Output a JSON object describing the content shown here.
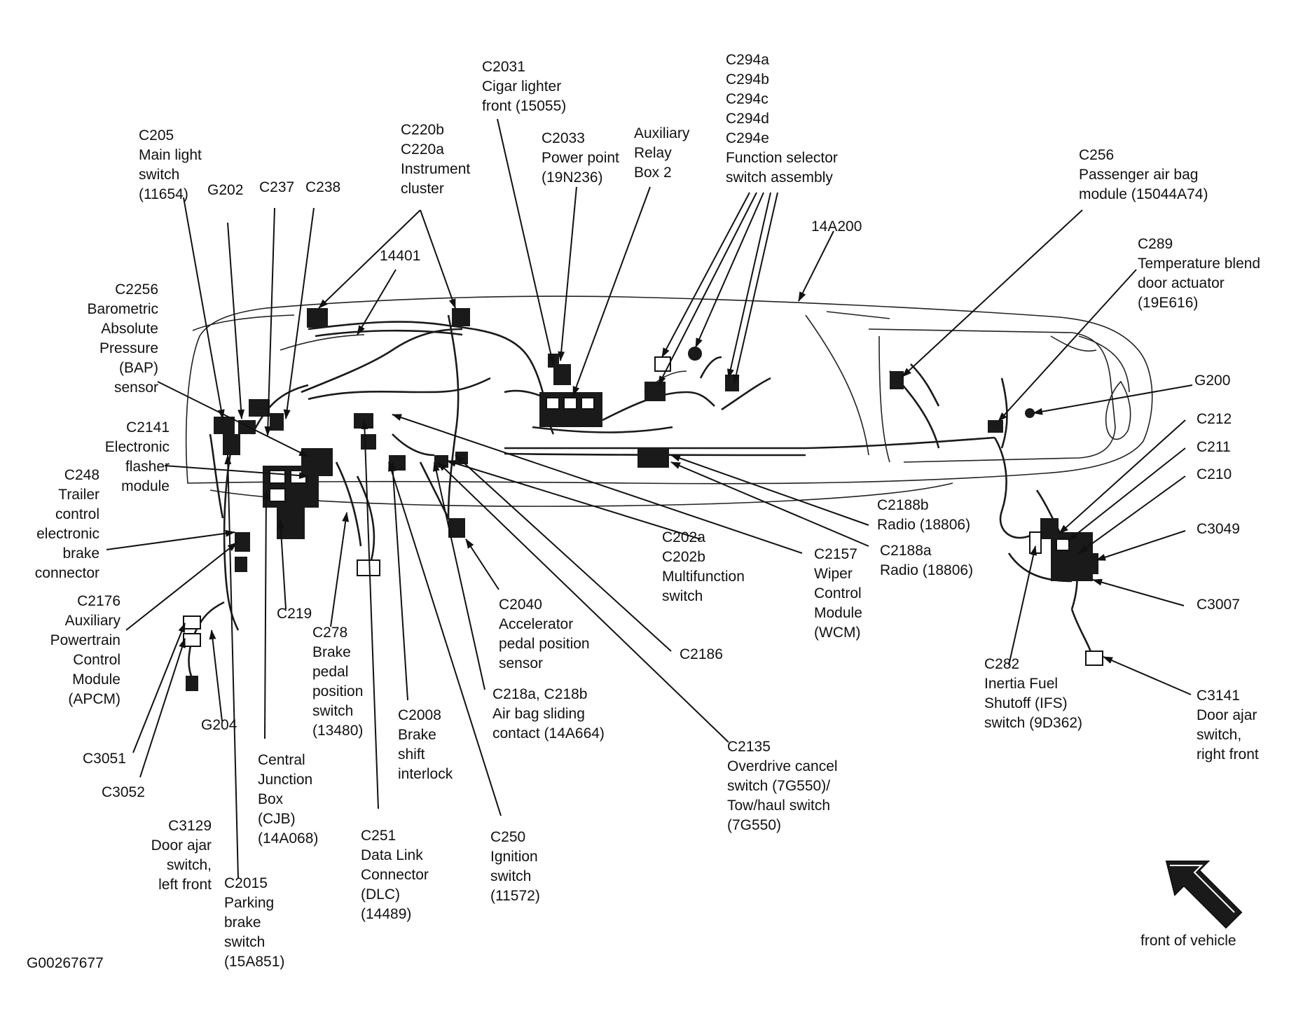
{
  "doc_id": "G00267677",
  "front_label": "front of vehicle",
  "labels": {
    "c205": [
      "C205",
      "Main light",
      "switch",
      "(11654)"
    ],
    "g202": [
      "G202"
    ],
    "c237": [
      "C237"
    ],
    "c238": [
      "C238"
    ],
    "c220": [
      "C220b",
      "C220a",
      "Instrument",
      "cluster"
    ],
    "c14401": [
      "14401"
    ],
    "c2031": [
      "C2031",
      "Cigar lighter",
      "front (15055)"
    ],
    "c2033": [
      "C2033",
      "Power point",
      "(19N236)"
    ],
    "relay": [
      "Auxiliary",
      "Relay",
      "Box 2"
    ],
    "c294": [
      "C294a",
      "C294b",
      "C294c",
      "C294d",
      "C294e",
      "Function selector",
      "switch assembly"
    ],
    "c14a200": [
      "14A200"
    ],
    "c256": [
      "C256",
      "Passenger air bag",
      "module (15044A74)"
    ],
    "c289": [
      "C289",
      "Temperature blend",
      "door actuator",
      "(19E616)"
    ],
    "g200": [
      "G200"
    ],
    "c212": [
      "C212"
    ],
    "c211": [
      "C211"
    ],
    "c210": [
      "C210"
    ],
    "c3049": [
      "C3049"
    ],
    "c3007": [
      "C3007"
    ],
    "c3141": [
      "C3141",
      "Door ajar",
      "switch,",
      "right front"
    ],
    "c282": [
      "C282",
      "Inertia Fuel",
      "Shutoff (IFS)",
      "switch (9D362)"
    ],
    "c2188b": [
      "C2188b",
      "Radio (18806)"
    ],
    "c2188a": [
      "C2188a",
      "Radio (18806)"
    ],
    "c2157": [
      "C2157",
      "Wiper",
      "Control",
      "Module",
      "(WCM)"
    ],
    "c202": [
      "C202a",
      "C202b",
      "Multifunction",
      "switch"
    ],
    "c2186": [
      "C2186"
    ],
    "c2135": [
      "C2135",
      "Overdrive cancel",
      "switch (7G550)/",
      "Tow/haul switch",
      "(7G550)"
    ],
    "c2040": [
      "C2040",
      "Accelerator",
      "pedal position",
      "sensor"
    ],
    "c218": [
      "C218a, C218b",
      "Air bag sliding",
      "contact (14A664)"
    ],
    "c250": [
      "C250",
      "Ignition",
      "switch",
      "(11572)"
    ],
    "c2008": [
      "C2008",
      "Brake",
      "shift",
      "interlock"
    ],
    "c251": [
      "C251",
      "Data Link",
      "Connector",
      "(DLC)",
      "(14489)"
    ],
    "c278": [
      "C278",
      "Brake",
      "pedal",
      "position",
      "switch",
      "(13480)"
    ],
    "c219": [
      "C219"
    ],
    "cjb": [
      "Central",
      "Junction",
      "Box",
      "(CJB)",
      "(14A068)"
    ],
    "c2015": [
      "C2015",
      "Parking",
      "brake",
      "switch",
      "(15A851)"
    ],
    "g204": [
      "G204"
    ],
    "c3051": [
      "C3051"
    ],
    "c3052": [
      "C3052"
    ],
    "c3129": [
      "C3129",
      "Door ajar",
      "switch,",
      "left front"
    ],
    "c2176": [
      "C2176",
      "Auxiliary",
      "Powertrain",
      "Control",
      "Module",
      "(APCM)"
    ],
    "c248": [
      "C248",
      "Trailer",
      "control",
      "electronic",
      "brake",
      "connector"
    ],
    "c2141": [
      "C2141",
      "Electronic",
      "flasher",
      "module"
    ],
    "c2256": [
      "C2256",
      "Barometric",
      "Absolute",
      "Pressure",
      "(BAP)",
      "sensor"
    ]
  }
}
